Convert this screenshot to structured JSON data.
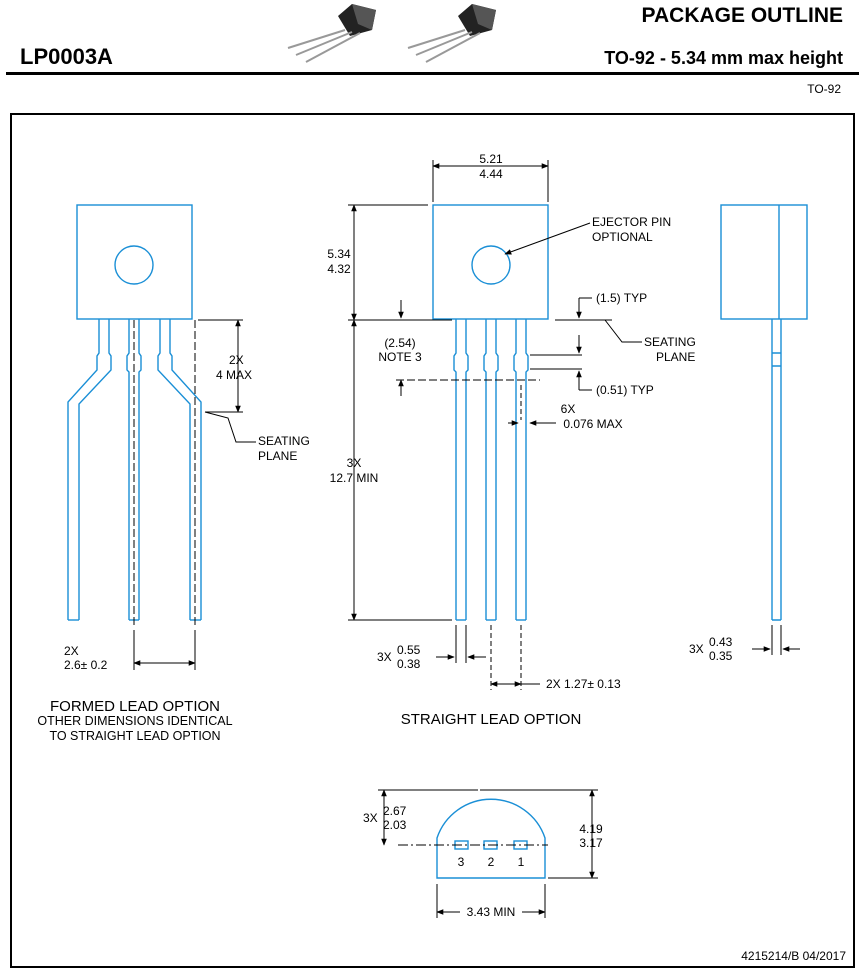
{
  "header": {
    "part_number": "LP0003A",
    "title": "PACKAGE OUTLINE",
    "subtitle": "TO-92 -  5.34 mm max height",
    "package_code": "TO-92"
  },
  "formed_view": {
    "dim_2x": "2X",
    "dim_4max": "4 MAX",
    "seating": "SEATING",
    "plane": "PLANE",
    "pitch_2x": "2X",
    "pitch_val": "2.6± 0.2",
    "caption1": "FORMED LEAD OPTION",
    "caption2": "OTHER DIMENSIONS IDENTICAL",
    "caption3": "TO STRAIGHT LEAD OPTION"
  },
  "straight_view": {
    "width_max": "5.21",
    "width_min": "4.44",
    "height_max": "5.34",
    "height_min": "4.32",
    "ejector1": "EJECTOR PIN",
    "ejector2": "OPTIONAL",
    "typ_15": "(1.5) TYP",
    "seating": "SEATING",
    "plane": "PLANE",
    "dim_254": "(2.54)",
    "note3": "NOTE 3",
    "typ_051": "(0.51) TYP",
    "lead_6x": "6X",
    "lead_076": "0.076 MAX",
    "len_3x": "3X",
    "len_min": "12.7 MIN",
    "lw_3x": "3X",
    "lw_max": "0.55",
    "lw_min": "0.38",
    "pitch": "2X 1.27± 0.13",
    "caption": "STRAIGHT LEAD OPTION"
  },
  "side_view": {
    "th_3x": "3X",
    "th_max": "0.43",
    "th_min": "0.35"
  },
  "bottom_view": {
    "d_3x": "3X",
    "d_max": "2.67",
    "d_min": "2.03",
    "h_max": "4.19",
    "h_min": "3.17",
    "pin3": "3",
    "pin2": "2",
    "pin1": "1",
    "width": "3.43 MIN"
  },
  "footer": {
    "doc_id": "4215214/B  04/2017"
  },
  "colors": {
    "outline": "#1a8fd6",
    "dimension": "#000000"
  }
}
